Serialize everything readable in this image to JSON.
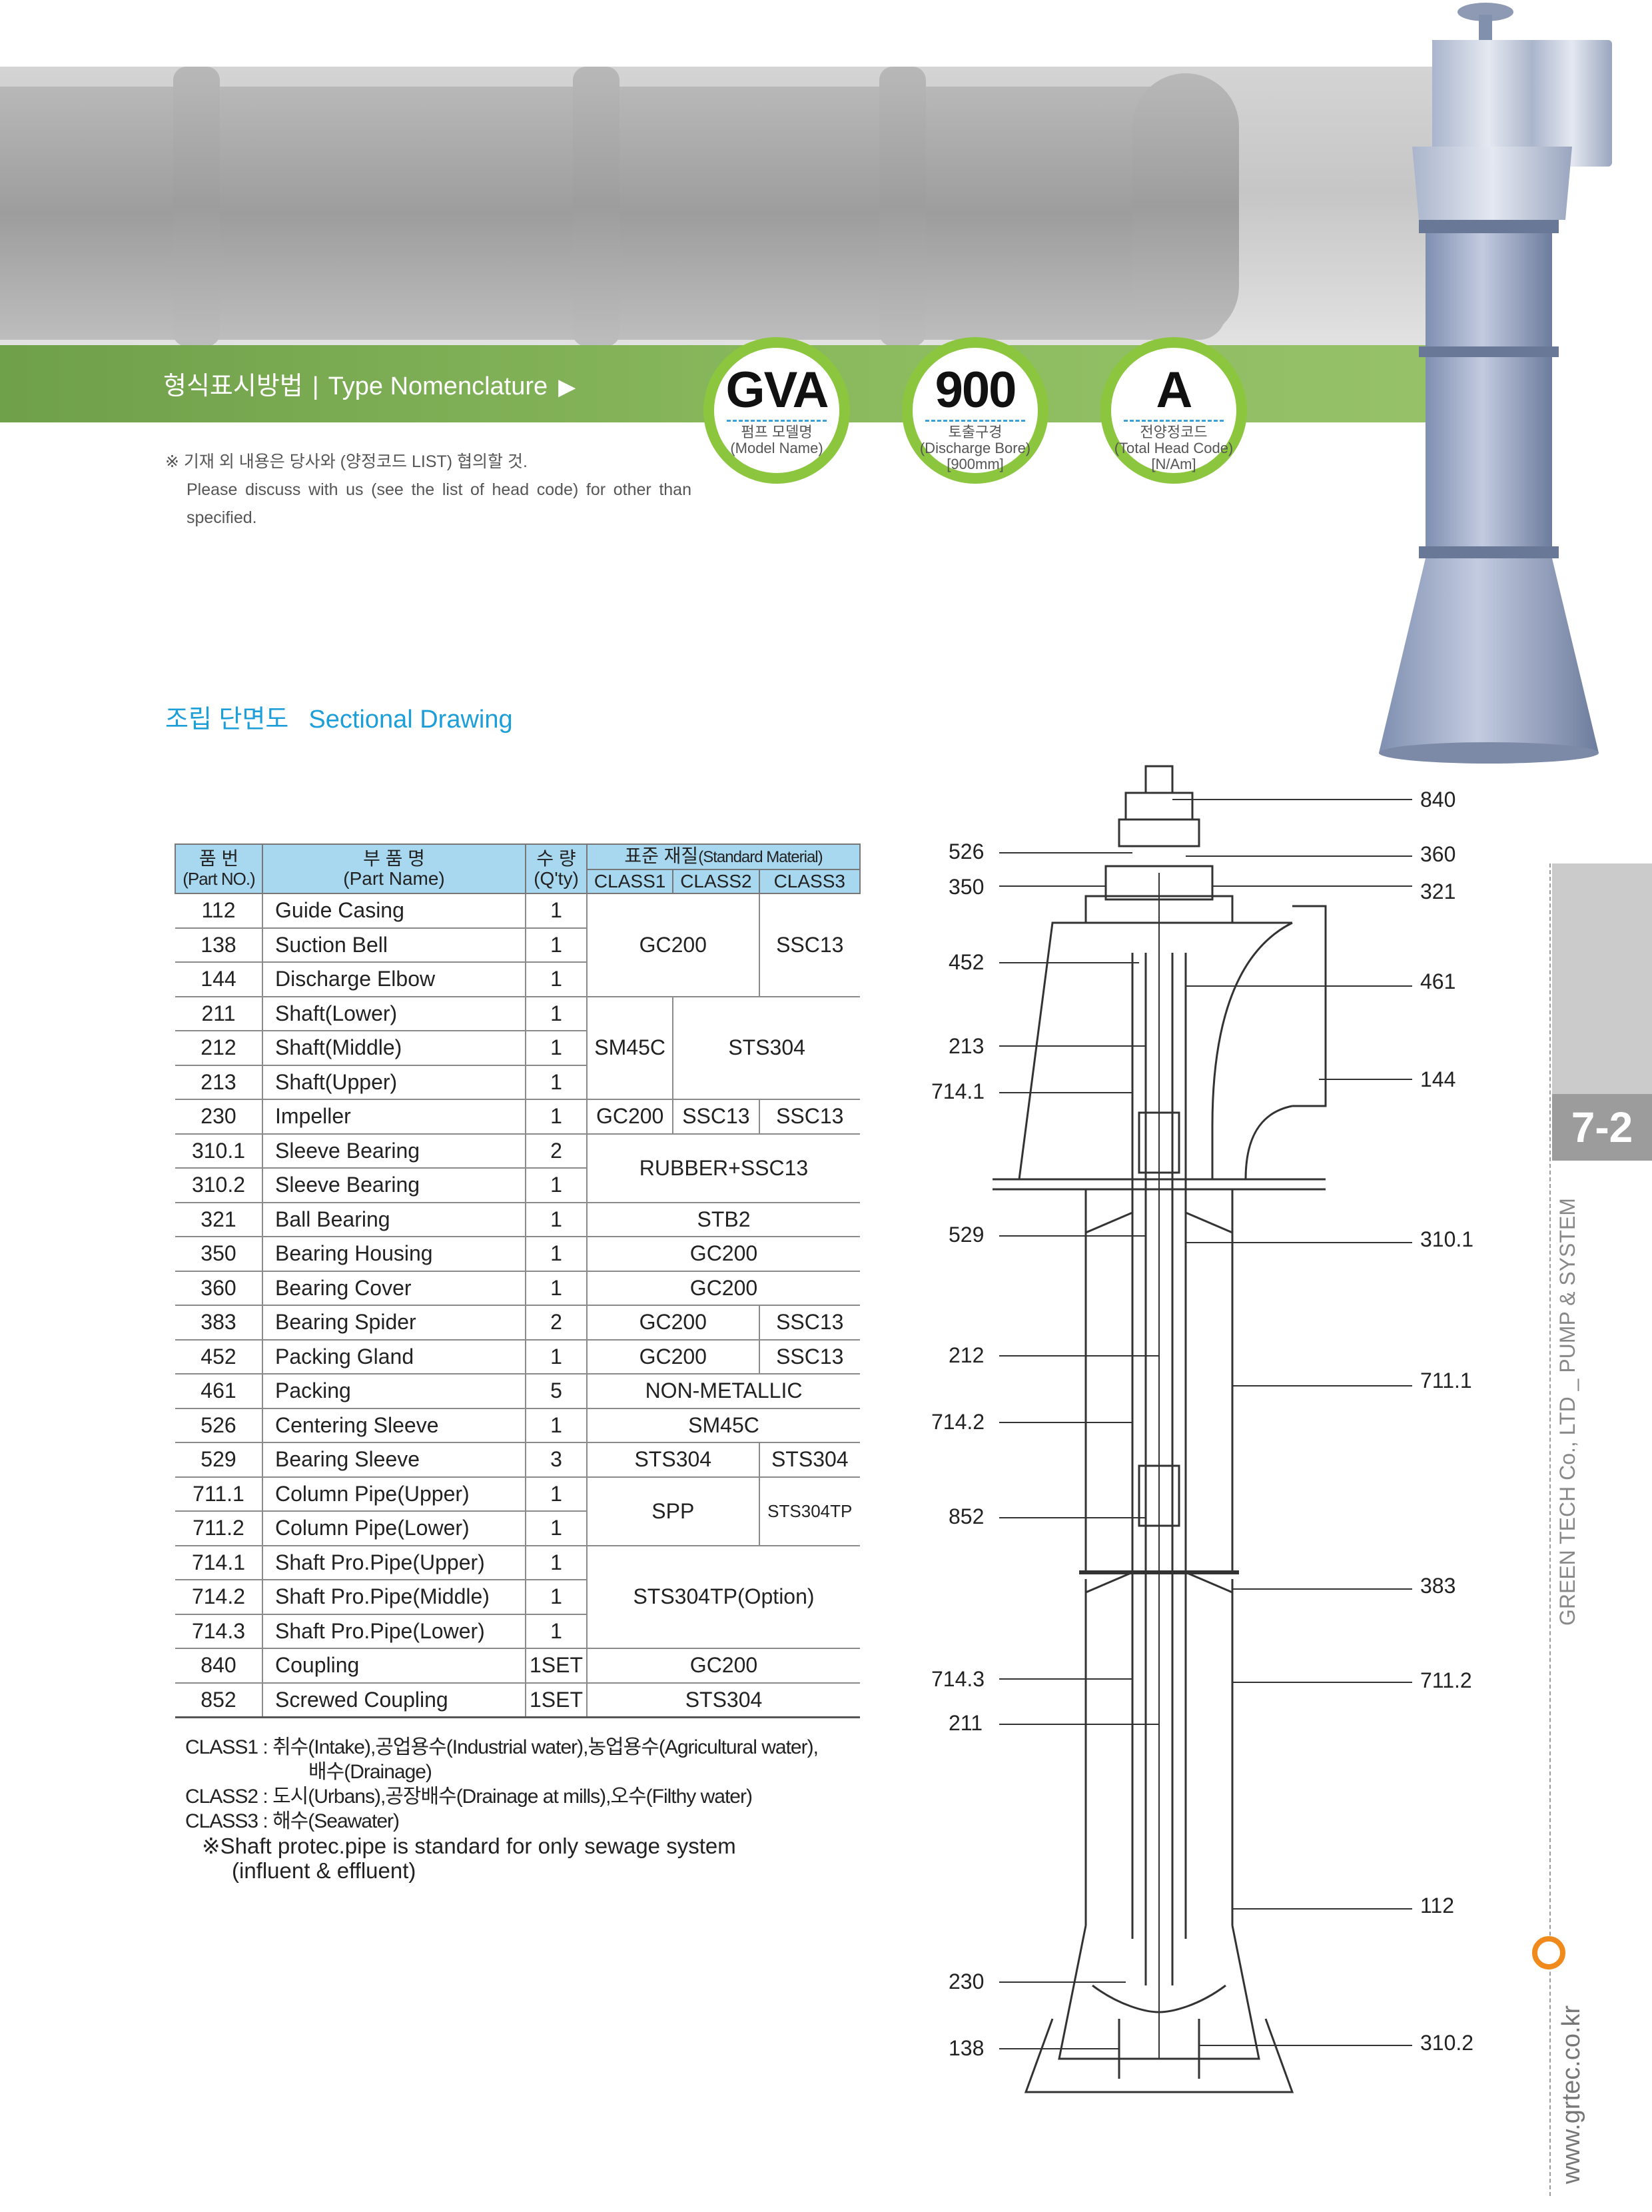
{
  "banner": {
    "title_ko": "형식표시방법",
    "separator": "|",
    "title_en": "Type Nomenclature",
    "arrow": "▶"
  },
  "nomenclature": [
    {
      "code": "GVA",
      "label_ko": "펌프 모델명",
      "label_en": "(Model Name)",
      "label_extra": ""
    },
    {
      "code": "900",
      "label_ko": "토출구경",
      "label_en": "(Discharge Bore)",
      "label_extra": "[900mm]"
    },
    {
      "code": "A",
      "label_ko": "전양정코드",
      "label_en": "(Total Head Code)",
      "label_extra": "[N/Am]"
    }
  ],
  "note": {
    "ko": "※ 기재 외 내용은 당사와 (양정코드 LIST) 협의할 것.",
    "en": "Please discuss with us (see the list of head code) for other than specified."
  },
  "section": {
    "title_ko": "조립 단면도",
    "title_en": "Sectional Drawing"
  },
  "table": {
    "h_no_ko": "품 번",
    "h_no_en": "(Part NO.)",
    "h_name_ko": "부 품 명",
    "h_name_en": "(Part Name)",
    "h_qty_ko": "수 량",
    "h_qty_en": "(Q'ty)",
    "h_mat_ko": "표준 재질",
    "h_mat_en": "(Standard Material)",
    "h_class1": "CLASS1",
    "h_class2": "CLASS2",
    "h_class3": "CLASS3",
    "rows": [
      {
        "no": "112",
        "name": "Guide Casing",
        "qty": "1"
      },
      {
        "no": "138",
        "name": "Suction Bell",
        "qty": "1"
      },
      {
        "no": "144",
        "name": "Discharge Elbow",
        "qty": "1"
      },
      {
        "no": "211",
        "name": "Shaft(Lower)",
        "qty": "1"
      },
      {
        "no": "212",
        "name": "Shaft(Middle)",
        "qty": "1"
      },
      {
        "no": "213",
        "name": "Shaft(Upper)",
        "qty": "1"
      },
      {
        "no": "230",
        "name": "Impeller",
        "qty": "1"
      },
      {
        "no": "310.1",
        "name": "Sleeve Bearing",
        "qty": "2"
      },
      {
        "no": "310.2",
        "name": "Sleeve Bearing",
        "qty": "1"
      },
      {
        "no": "321",
        "name": "Ball Bearing",
        "qty": "1"
      },
      {
        "no": "350",
        "name": "Bearing Housing",
        "qty": "1"
      },
      {
        "no": "360",
        "name": "Bearing Cover",
        "qty": "1"
      },
      {
        "no": "383",
        "name": "Bearing Spider",
        "qty": "2"
      },
      {
        "no": "452",
        "name": "Packing Gland",
        "qty": "1"
      },
      {
        "no": "461",
        "name": "Packing",
        "qty": "5"
      },
      {
        "no": "526",
        "name": "Centering Sleeve",
        "qty": "1"
      },
      {
        "no": "529",
        "name": "Bearing Sleeve",
        "qty": "3"
      },
      {
        "no": "711.1",
        "name": "Column Pipe(Upper)",
        "qty": "1"
      },
      {
        "no": "711.2",
        "name": "Column Pipe(Lower)",
        "qty": "1"
      },
      {
        "no": "714.1",
        "name": "Shaft Pro.Pipe(Upper)",
        "qty": "1"
      },
      {
        "no": "714.2",
        "name": "Shaft Pro.Pipe(Middle)",
        "qty": "1"
      },
      {
        "no": "714.3",
        "name": "Shaft Pro.Pipe(Lower)",
        "qty": "1"
      },
      {
        "no": "840",
        "name": "Coupling",
        "qty": "1SET"
      },
      {
        "no": "852",
        "name": "Screwed Coupling",
        "qty": "1SET"
      }
    ],
    "materials": {
      "gc200": "GC200",
      "ssc13": "SSC13",
      "sm45c": "SM45C",
      "sts304": "STS304",
      "rubber": "RUBBER+SSC13",
      "stb2": "STB2",
      "nonmetal": "NON-METALLIC",
      "spp": "SPP",
      "sts304tp": "STS304TP",
      "sts304tp_opt": "STS304TP(Option)"
    }
  },
  "legend": {
    "class1_a": "CLASS1 : 취수(Intake),공업용수(Industrial water),농업용수(Agricultural water),",
    "class1_b": "배수(Drainage)",
    "class2": "CLASS2 : 도시(Urbans),공장배수(Drainage at mills),오수(Filthy water)",
    "class3": "CLASS3 : 해수(Seawater)",
    "note_a": "※Shaft protec.pipe is standard for only sewage system",
    "note_b": "(influent & effluent)"
  },
  "callouts": {
    "left": [
      "526",
      "350",
      "452",
      "213",
      "714.1",
      "529",
      "212",
      "714.2",
      "852",
      "714.3",
      "211",
      "230",
      "138"
    ],
    "right": [
      "840",
      "360",
      "321",
      "461",
      "144",
      "310.1",
      "711.1",
      "383",
      "711.2",
      "112",
      "310.2"
    ]
  },
  "side": {
    "tab": "7-2",
    "company": "GREEN TECH Co., LTD _ PUMP & SYSTEM",
    "url": "www.grtec.co.kr"
  }
}
